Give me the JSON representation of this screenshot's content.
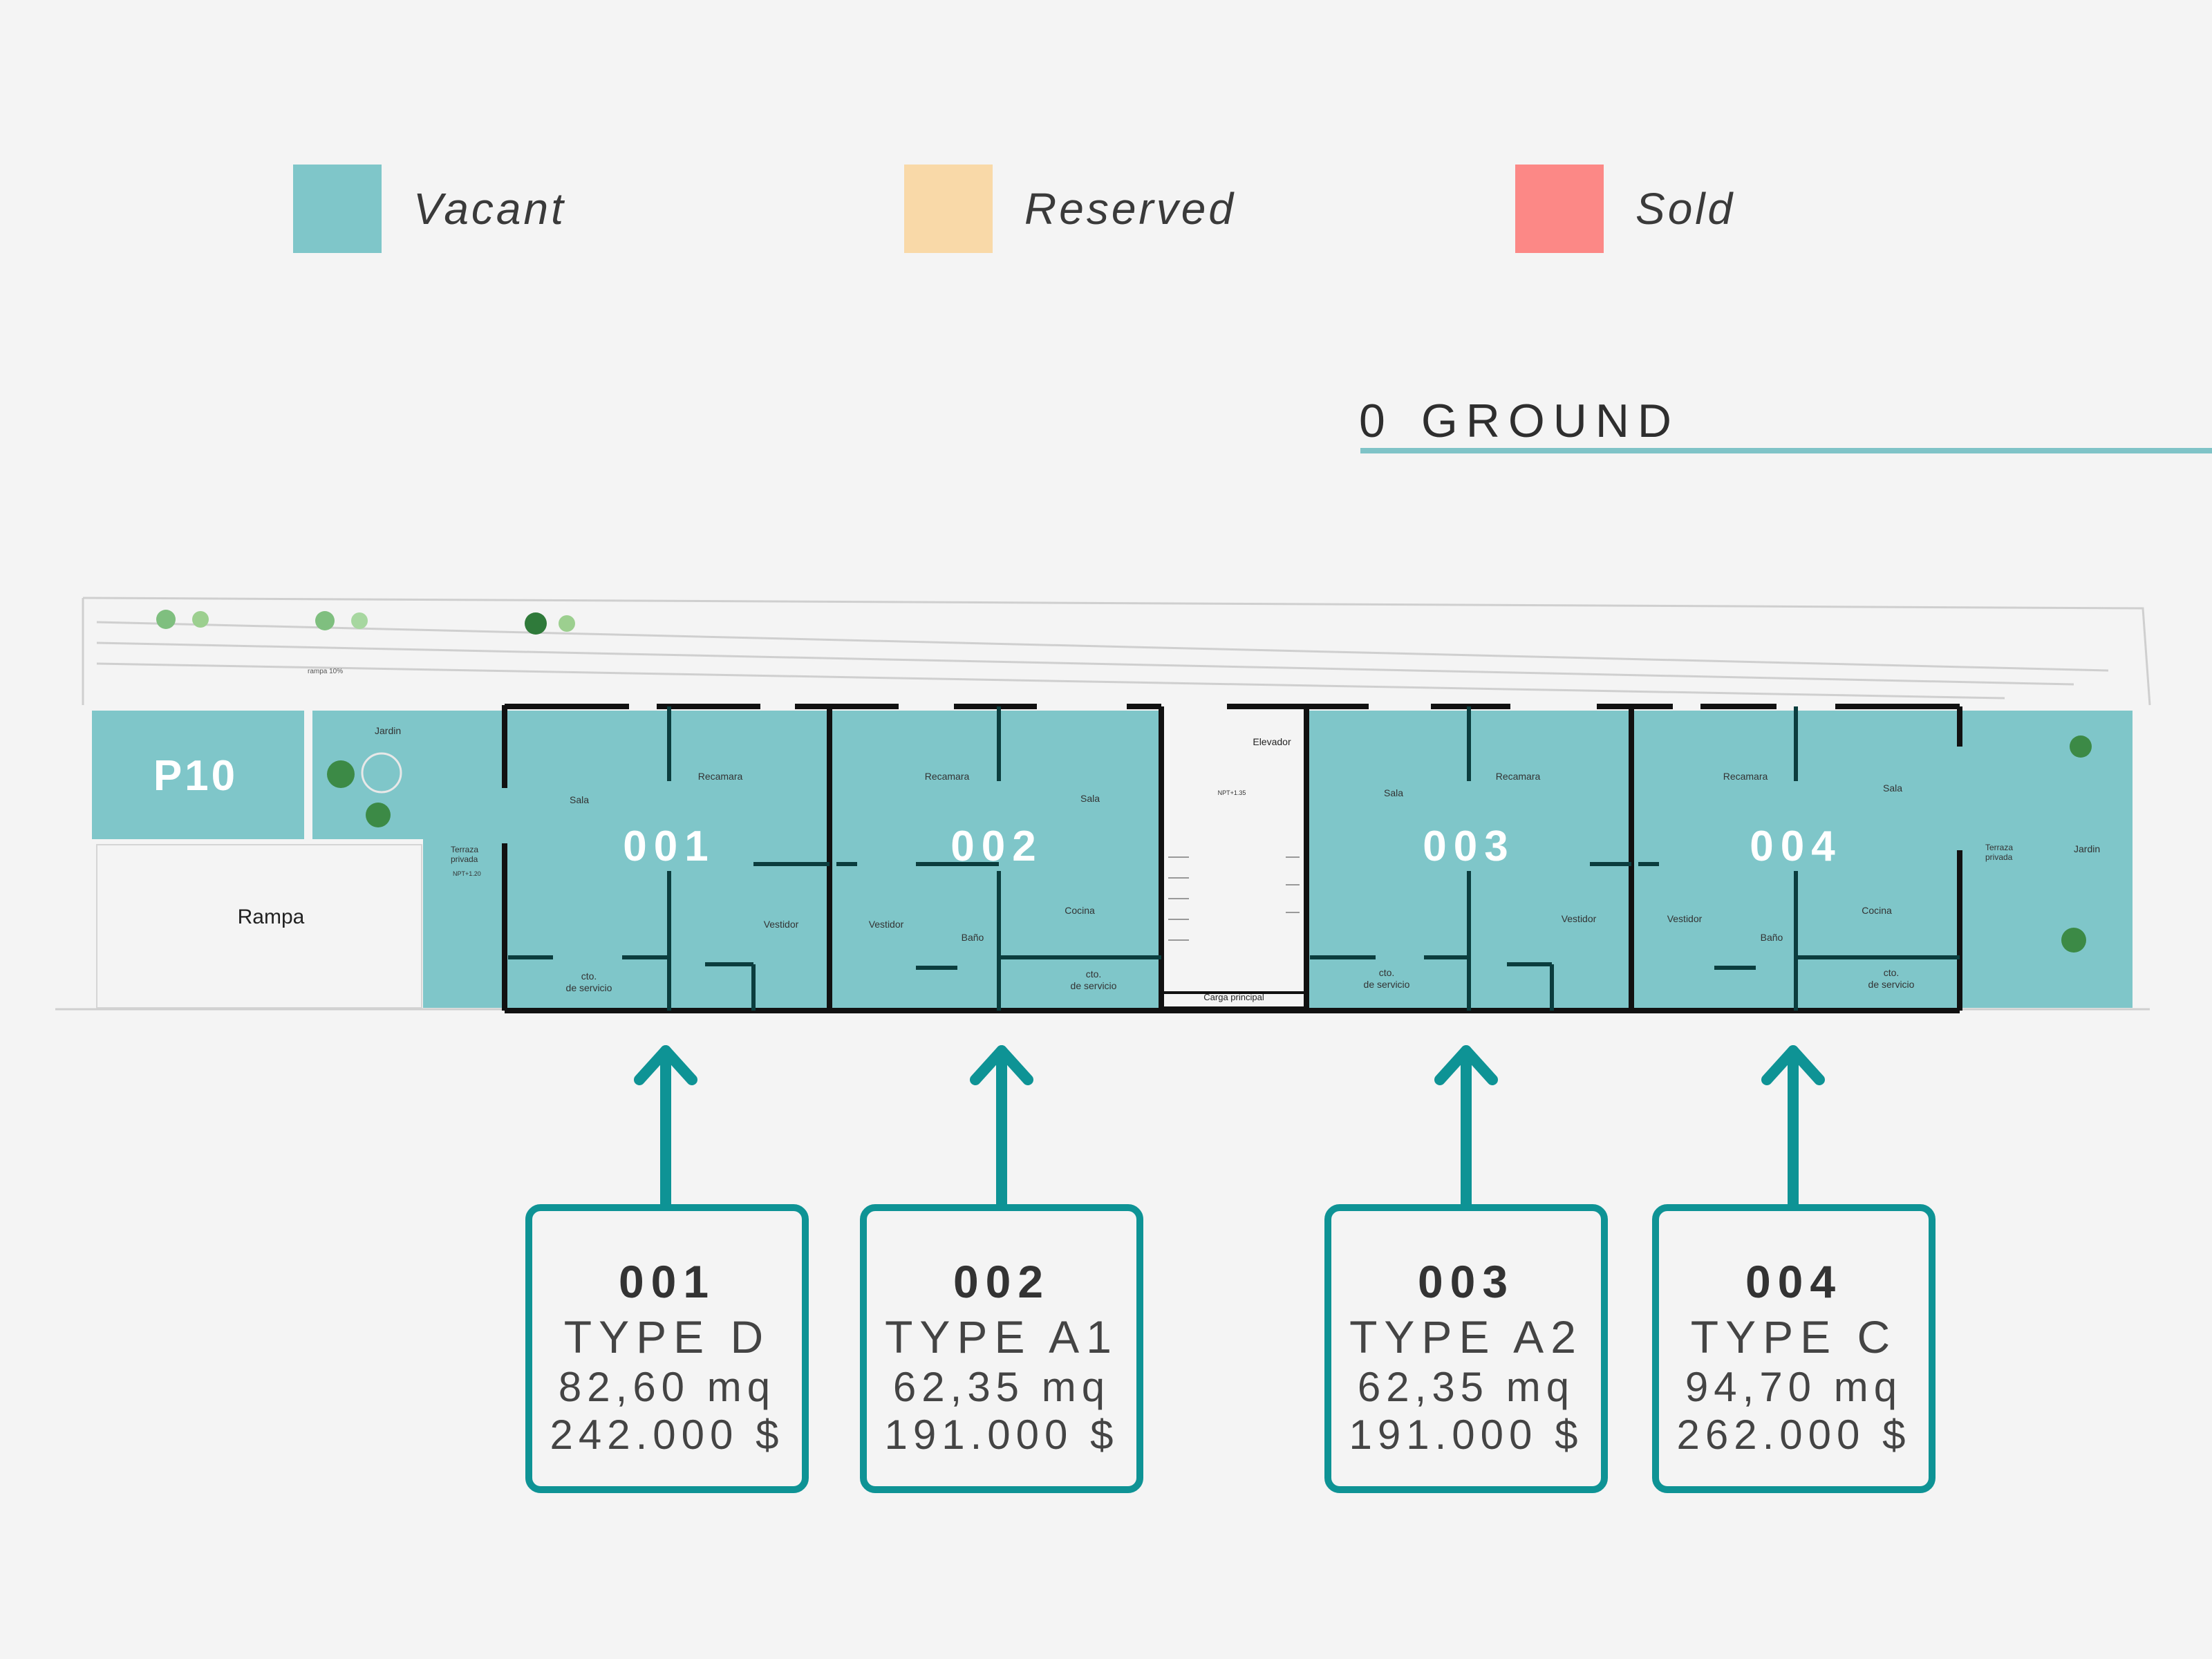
{
  "legend": [
    {
      "label": "Vacant",
      "color": "#7fc6c9"
    },
    {
      "label": "Reserved",
      "color": "#f9d9a8"
    },
    {
      "label": "Sold",
      "color": "#fc8886"
    }
  ],
  "floor": {
    "number": "0",
    "name": "GROUND"
  },
  "plan": {
    "parking": "P10",
    "ramp_label": "Rampa",
    "ramp_note": "rampa 10%",
    "garden": "Jardin",
    "terrace": [
      "Terraza",
      "privada"
    ],
    "terrace_level": "NPT+1.20",
    "elevator": "Elevador",
    "core_level": "NPT+1.35",
    "main_load": "Carga principal",
    "room_labels": {
      "sala": "Sala",
      "recamara": "Recamara",
      "vestidor": "Vestidor",
      "cocina": "Cocina",
      "bano": "Baño",
      "service": [
        "cto.",
        "de servicio"
      ]
    },
    "unit_ids": [
      "001",
      "002",
      "003",
      "004"
    ]
  },
  "units": [
    {
      "number": "001",
      "type": "TYPE D",
      "area": "82,60 mq",
      "price": "242.000 $",
      "status": "vacant"
    },
    {
      "number": "002",
      "type": "TYPE A1",
      "area": "62,35 mq",
      "price": "191.000 $",
      "status": "vacant"
    },
    {
      "number": "003",
      "type": "TYPE A2",
      "area": "62,35 mq",
      "price": "191.000 $",
      "status": "vacant"
    },
    {
      "number": "004",
      "type": "TYPE C",
      "area": "94,70 mq",
      "price": "262.000 $",
      "status": "vacant"
    }
  ]
}
